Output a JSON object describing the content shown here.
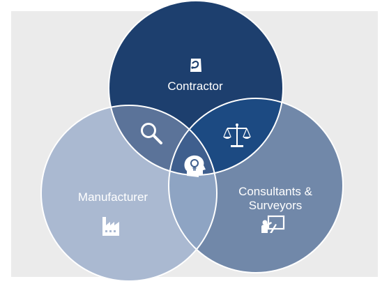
{
  "diagram": {
    "circles": [
      {
        "label": "Contractor",
        "icon": "paint-bucket-icon",
        "color": "#1d3f6e"
      },
      {
        "label": "Manufacturer",
        "icon": "factory-icon",
        "color": "#aab9d1"
      },
      {
        "label": "Consultants & Surveyors",
        "icon": "presentation-board-icon",
        "color": "#7188a9"
      }
    ],
    "overlap_icons": {
      "contractor_manufacturer": "magnifying-glass-icon",
      "contractor_consultants": "balance-scale-icon",
      "all_three": "head-lightbulb-icon"
    },
    "background": "#ebebeb"
  }
}
